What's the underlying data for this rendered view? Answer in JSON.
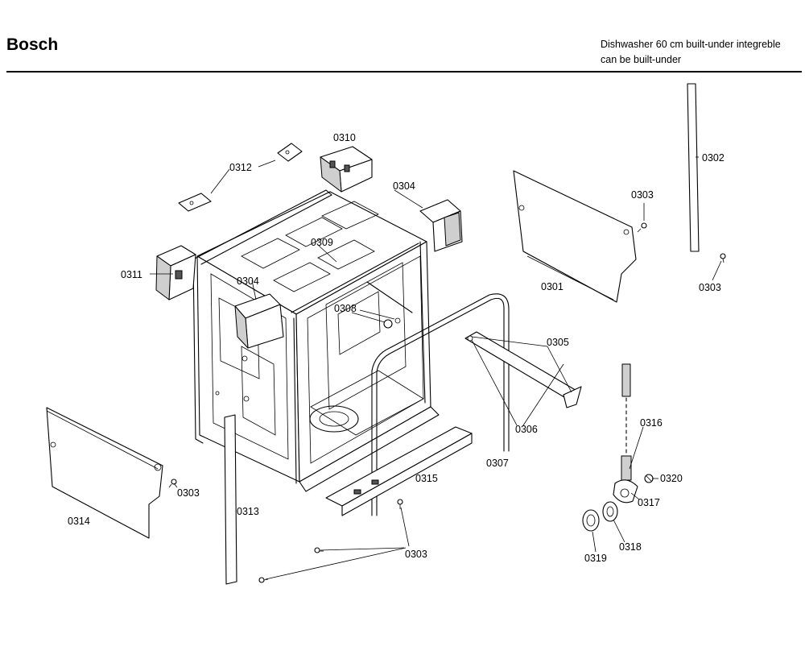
{
  "header": {
    "brand": "Bosch",
    "description_line1": "Dishwasher 60 cm built-under integreble",
    "description_line2": "can be built-under"
  },
  "callouts": {
    "c0301": "0301",
    "c0302": "0302",
    "c0303": "0303",
    "c0304": "0304",
    "c0305": "0305",
    "c0306": "0306",
    "c0307": "0307",
    "c0308": "0308",
    "c0309": "0309",
    "c0310": "0310",
    "c0311": "0311",
    "c0312": "0312",
    "c0313": "0313",
    "c0314": "0314",
    "c0315": "0315",
    "c0316": "0316",
    "c0317": "0317",
    "c0318": "0318",
    "c0319": "0319",
    "c0320": "0320"
  }
}
